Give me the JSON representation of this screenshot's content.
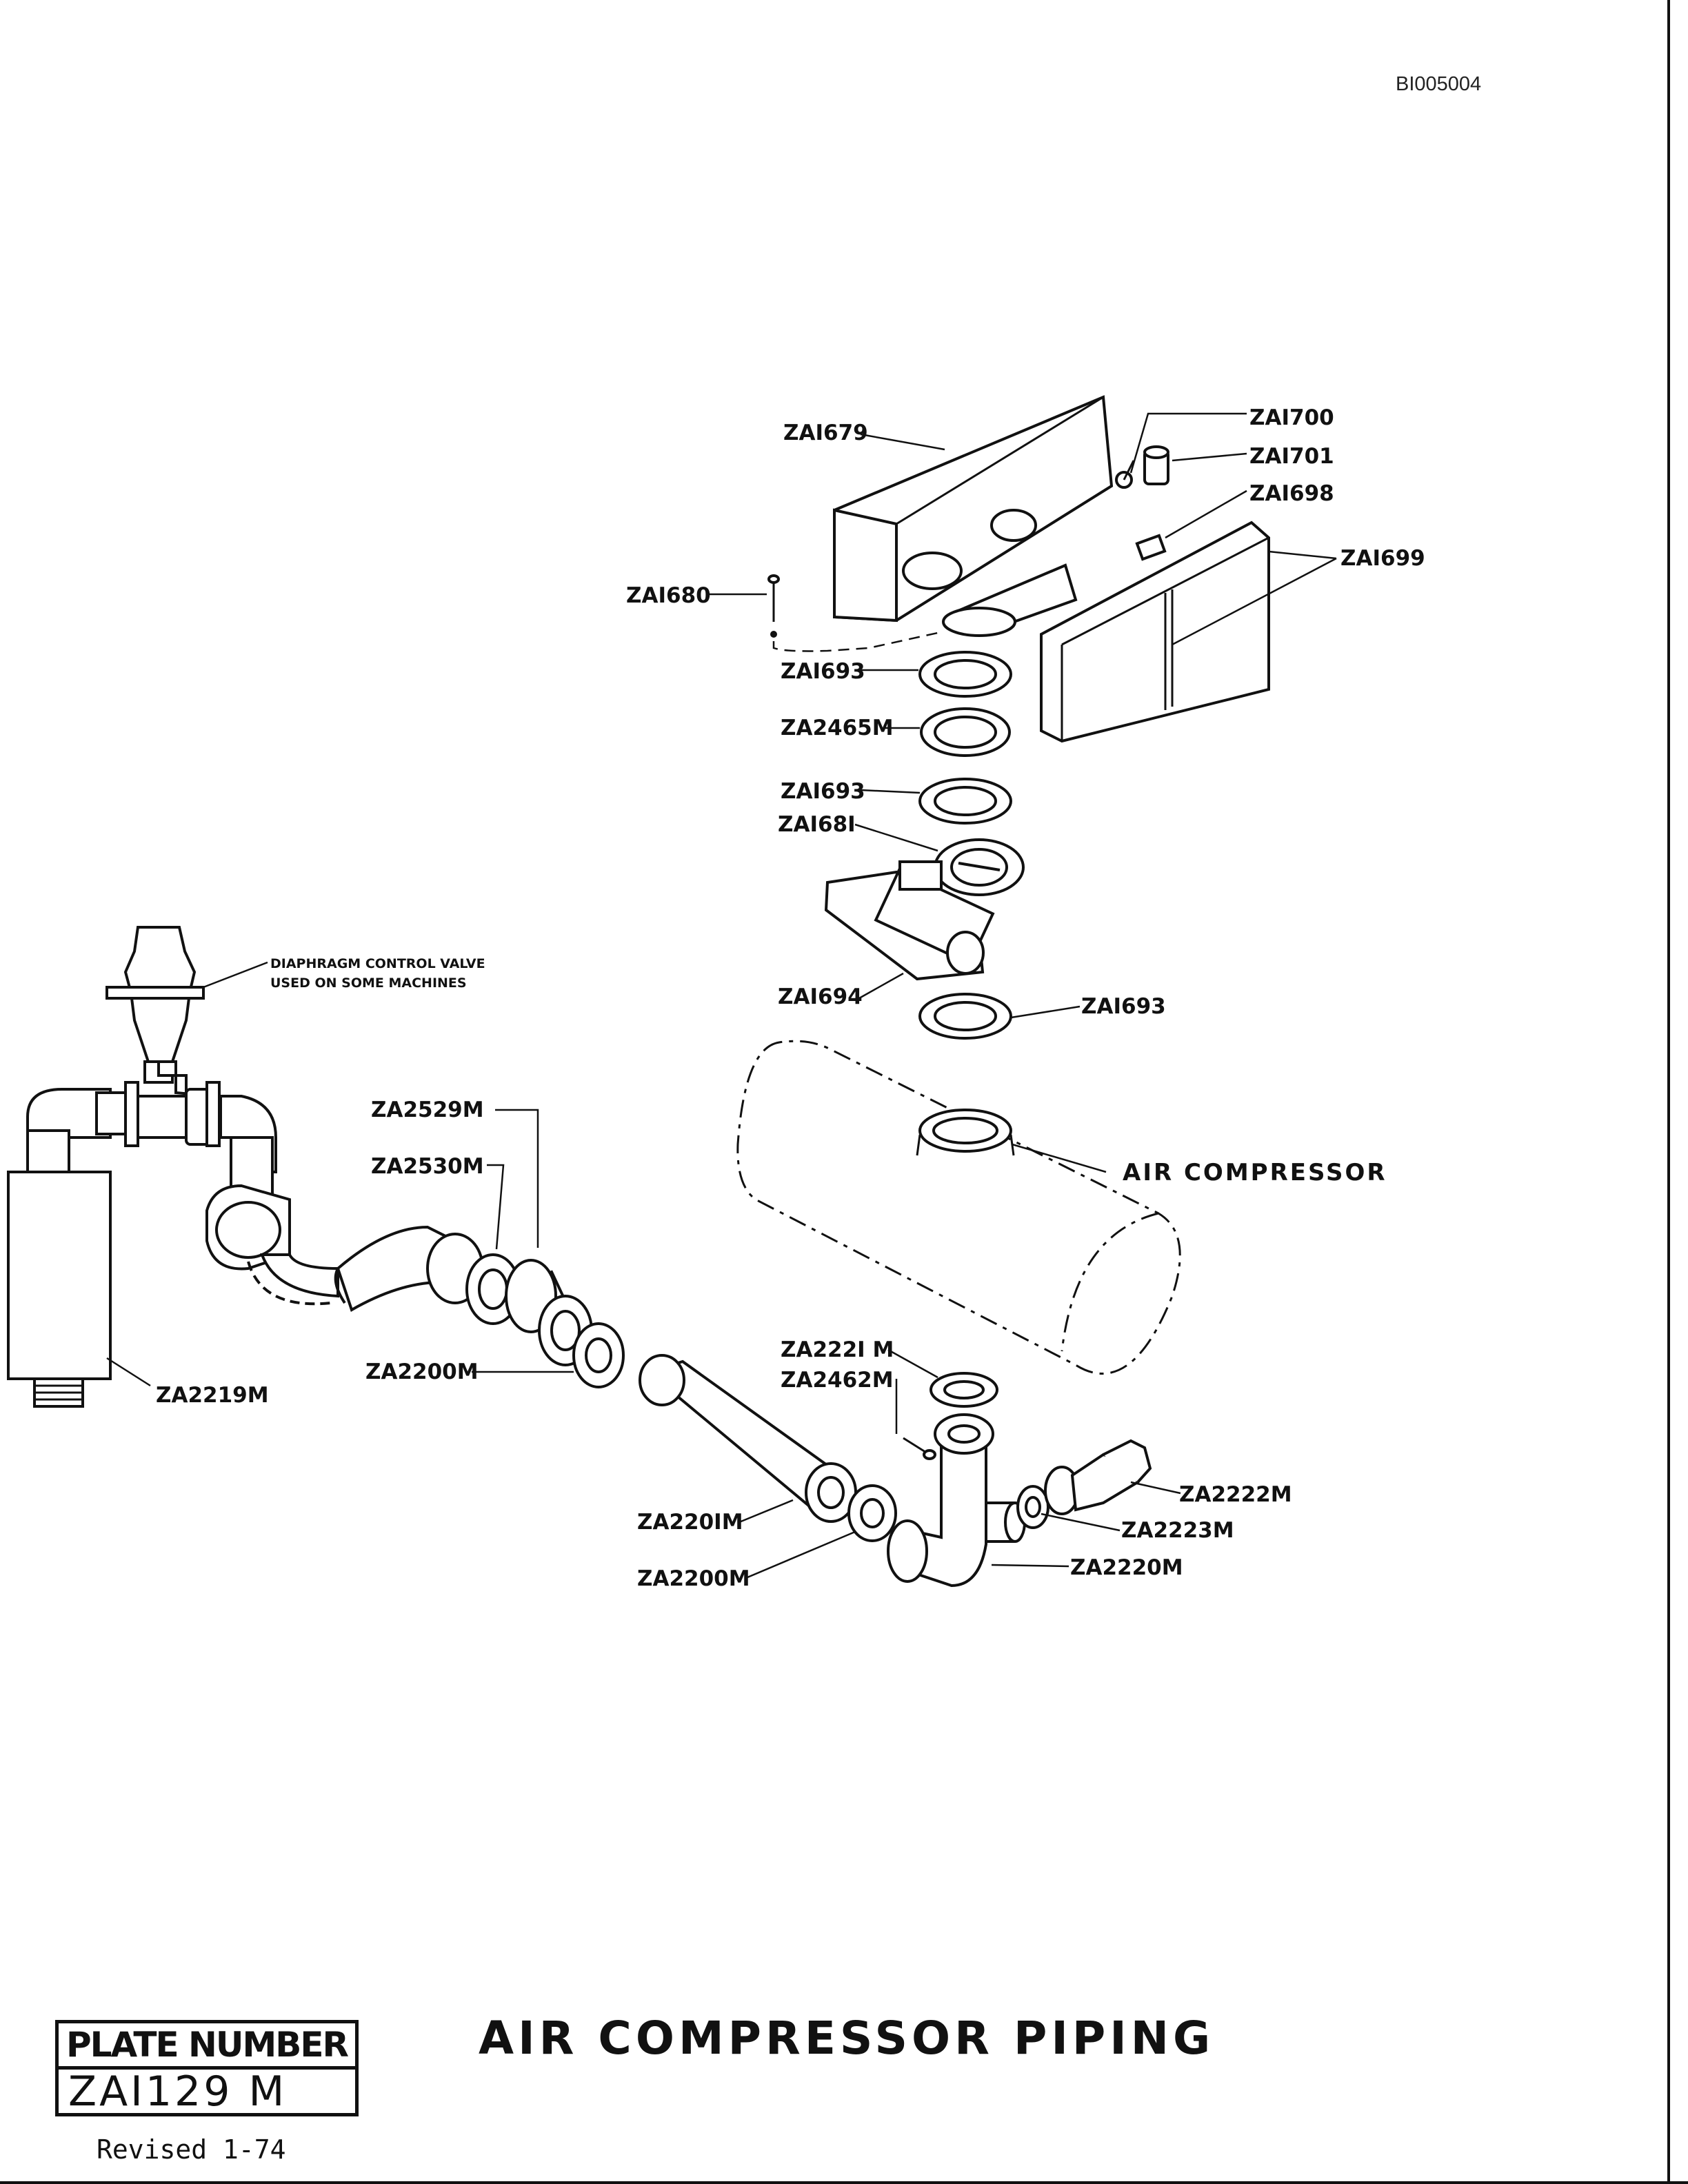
{
  "document_id": "BI005004",
  "title": "AIR COMPRESSOR PIPING",
  "plate": {
    "header": "PLATE NUMBER",
    "number": "ZAI129 M"
  },
  "revised": "Revised 1-74",
  "callouts": {
    "za1679": "ZAI679",
    "za1700": "ZAI700",
    "za1701": "ZAI701",
    "za1698": "ZAI698",
    "za1699": "ZAI699",
    "za1680": "ZAI680",
    "za1693_a": "ZAI693",
    "za2465m": "ZA2465M",
    "za1693_b": "ZAI693",
    "za1681": "ZAI68I",
    "za1694": "ZAI694",
    "za1693_c": "ZAI693",
    "za2529m": "ZA2529M",
    "za2530m": "ZA2530M",
    "za2200m_a": "ZA2200M",
    "za2219m": "ZA2219M",
    "za2221m": "ZA222I M",
    "za2462m": "ZA2462M",
    "za2222m": "ZA2222M",
    "za2223m": "ZA2223M",
    "za2220m": "ZA2220M",
    "za2201m": "ZA220IM",
    "za2200m_b": "ZA2200M"
  },
  "notes": {
    "diaphragm_line1": "DIAPHRAGM CONTROL VALVE",
    "diaphragm_line2": "USED ON SOME MACHINES",
    "air_compressor": "AIR COMPRESSOR"
  }
}
